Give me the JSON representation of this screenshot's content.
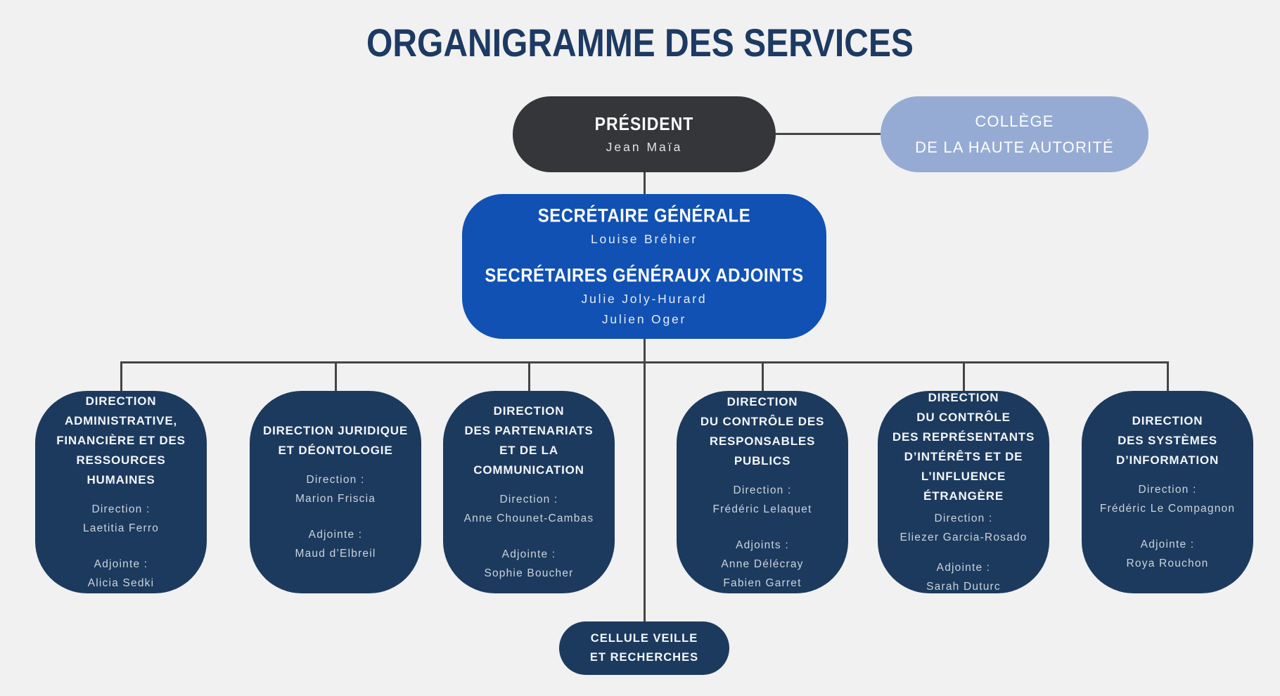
{
  "title": "ORGANIGRAMME DES SERVICES",
  "president": {
    "role": "PRÉSIDENT",
    "name": "Jean Maïa"
  },
  "college": {
    "lines": [
      "COLLÈGE",
      "DE LA HAUTE AUTORITÉ"
    ]
  },
  "secretariat": {
    "role_1": "SECRÉTAIRE GÉNÉRALE",
    "name_1": "Louise Bréhier",
    "role_2": "SECRÉTAIRES GÉNÉRAUX ADJOINTS",
    "names_2": [
      "Julie Joly-Hurard",
      "Julien Oger"
    ]
  },
  "directions": [
    {
      "title_lines": [
        "DIRECTION",
        "ADMINISTRATIVE,",
        "FINANCIÈRE ET DES",
        "RESSOURCES HUMAINES"
      ],
      "head_label": "Direction :",
      "head_names": [
        "Laetitia Ferro"
      ],
      "deputy_label": "Adjointe :",
      "deputy_names": [
        "Alicia Sedki"
      ]
    },
    {
      "title_lines": [
        "DIRECTION JURIDIQUE",
        "ET DÉONTOLOGIE"
      ],
      "head_label": "Direction :",
      "head_names": [
        "Marion Friscia"
      ],
      "deputy_label": "Adjointe :",
      "deputy_names": [
        "Maud d’Elbreil"
      ]
    },
    {
      "title_lines": [
        "DIRECTION",
        "DES PARTENARIATS",
        "ET DE LA COMMUNICATION"
      ],
      "head_label": "Direction :",
      "head_names": [
        "Anne Chounet-Cambas"
      ],
      "deputy_label": "Adjointe :",
      "deputy_names": [
        "Sophie Boucher"
      ]
    },
    {
      "title_lines": [
        "DIRECTION",
        "DU CONTRÔLE DES",
        "RESPONSABLES PUBLICS"
      ],
      "head_label": "Direction :",
      "head_names": [
        "Frédéric Lelaquet"
      ],
      "deputy_label": "Adjoints :",
      "deputy_names": [
        "Anne Délécray",
        "Fabien Garret"
      ]
    },
    {
      "title_lines": [
        "DIRECTION",
        "DU CONTRÔLE",
        "DES REPRÉSENTANTS",
        "D’INTÉRÊTS ET DE",
        "L’INFLUENCE ÉTRANGÈRE"
      ],
      "head_label": "Direction :",
      "head_names": [
        "Eliezer Garcia-Rosado"
      ],
      "deputy_label": "Adjointe :",
      "deputy_names": [
        "Sarah Duturc"
      ]
    },
    {
      "title_lines": [
        "DIRECTION",
        "DES SYSTÈMES",
        "D’INFORMATION"
      ],
      "head_label": "Direction :",
      "head_names": [
        "Frédéric Le Compagnon"
      ],
      "deputy_label": "Adjointe :",
      "deputy_names": [
        "Roya Rouchon"
      ]
    }
  ],
  "cellule": {
    "lines": [
      "CELLULE VEILLE",
      "ET RECHERCHES"
    ]
  },
  "colors": {
    "background": "#f1f1f1",
    "title_text": "#1d3a63",
    "president_fill": "#353639",
    "college_fill": "#96abd4",
    "secretariat_fill": "#1151b4",
    "direction_fill": "#1c3a5e",
    "connector": "#454545",
    "text_primary": "#ffffff",
    "text_secondary": "#cbd3dc"
  }
}
